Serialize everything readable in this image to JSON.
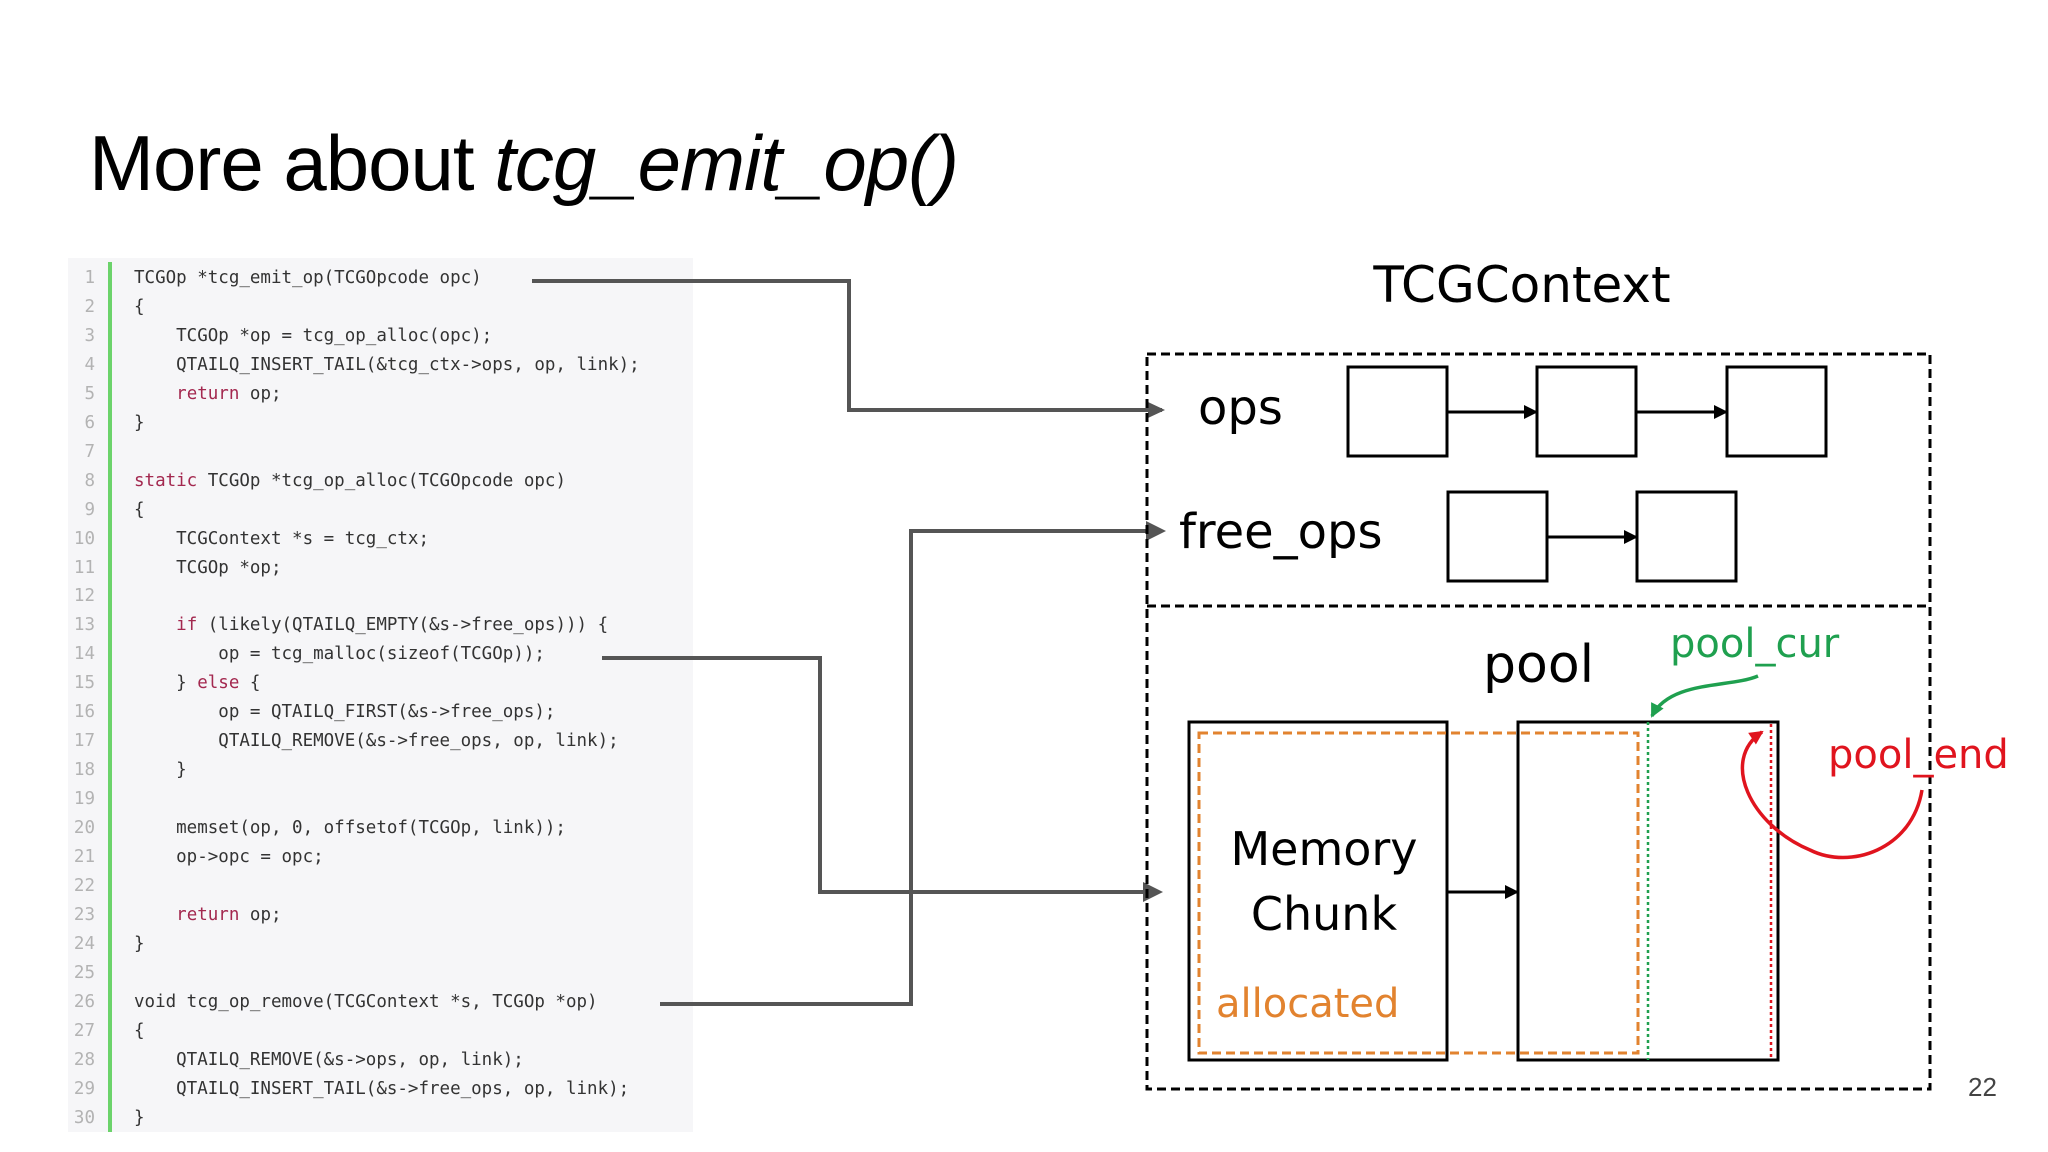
{
  "slide": {
    "title_plain": "More about ",
    "title_italic": "tcg_emit_op()",
    "page_number": "22"
  },
  "code": {
    "keywords": [
      "static",
      "if",
      "else",
      "return"
    ],
    "lines": [
      {
        "n": "1",
        "text": "TCGOp *tcg_emit_op(TCGOpcode opc)"
      },
      {
        "n": "2",
        "text": "{"
      },
      {
        "n": "3",
        "text": "    TCGOp *op = tcg_op_alloc(opc);"
      },
      {
        "n": "4",
        "text": "    QTAILQ_INSERT_TAIL(&tcg_ctx->ops, op, link);"
      },
      {
        "n": "5",
        "text": "    return op;"
      },
      {
        "n": "6",
        "text": "}"
      },
      {
        "n": "7",
        "text": ""
      },
      {
        "n": "8",
        "text": "static TCGOp *tcg_op_alloc(TCGOpcode opc)"
      },
      {
        "n": "9",
        "text": "{"
      },
      {
        "n": "10",
        "text": "    TCGContext *s = tcg_ctx;"
      },
      {
        "n": "11",
        "text": "    TCGOp *op;"
      },
      {
        "n": "12",
        "text": ""
      },
      {
        "n": "13",
        "text": "    if (likely(QTAILQ_EMPTY(&s->free_ops))) {"
      },
      {
        "n": "14",
        "text": "        op = tcg_malloc(sizeof(TCGOp));"
      },
      {
        "n": "15",
        "text": "    } else {"
      },
      {
        "n": "16",
        "text": "        op = QTAILQ_FIRST(&s->free_ops);"
      },
      {
        "n": "17",
        "text": "        QTAILQ_REMOVE(&s->free_ops, op, link);"
      },
      {
        "n": "18",
        "text": "    }"
      },
      {
        "n": "19",
        "text": ""
      },
      {
        "n": "20",
        "text": "    memset(op, 0, offsetof(TCGOp, link));"
      },
      {
        "n": "21",
        "text": "    op->opc = opc;"
      },
      {
        "n": "22",
        "text": ""
      },
      {
        "n": "23",
        "text": "    return op;"
      },
      {
        "n": "24",
        "text": "}"
      },
      {
        "n": "25",
        "text": ""
      },
      {
        "n": "26",
        "text": "void tcg_op_remove(TCGContext *s, TCGOp *op)"
      },
      {
        "n": "27",
        "text": "{"
      },
      {
        "n": "28",
        "text": "    QTAILQ_REMOVE(&s->ops, op, link);"
      },
      {
        "n": "29",
        "text": "    QTAILQ_INSERT_TAIL(&s->free_ops, op, link);"
      },
      {
        "n": "30",
        "text": "}"
      }
    ]
  },
  "diagram": {
    "context_title": "TCGContext",
    "ops_label": "ops",
    "ops_node_count": 3,
    "free_ops_label": "free_ops",
    "free_ops_node_count": 2,
    "pool_label": "pool",
    "memory_chunk_line1": "Memory",
    "memory_chunk_line2": "Chunk",
    "allocated_label": "allocated",
    "pool_cur_label": "pool_cur",
    "pool_end_label": "pool_end",
    "colors": {
      "connector": "#555555",
      "allocated": "#e2832f",
      "pool_cur": "#1fa04f",
      "pool_end": "#e0141e",
      "keyword": "#a3284f",
      "gutter": "#6cd36b"
    },
    "connectors": [
      {
        "from_line": "1",
        "to": "ops"
      },
      {
        "from_line": "26",
        "to": "free_ops"
      },
      {
        "from_line": "14",
        "to": "pool"
      }
    ]
  }
}
